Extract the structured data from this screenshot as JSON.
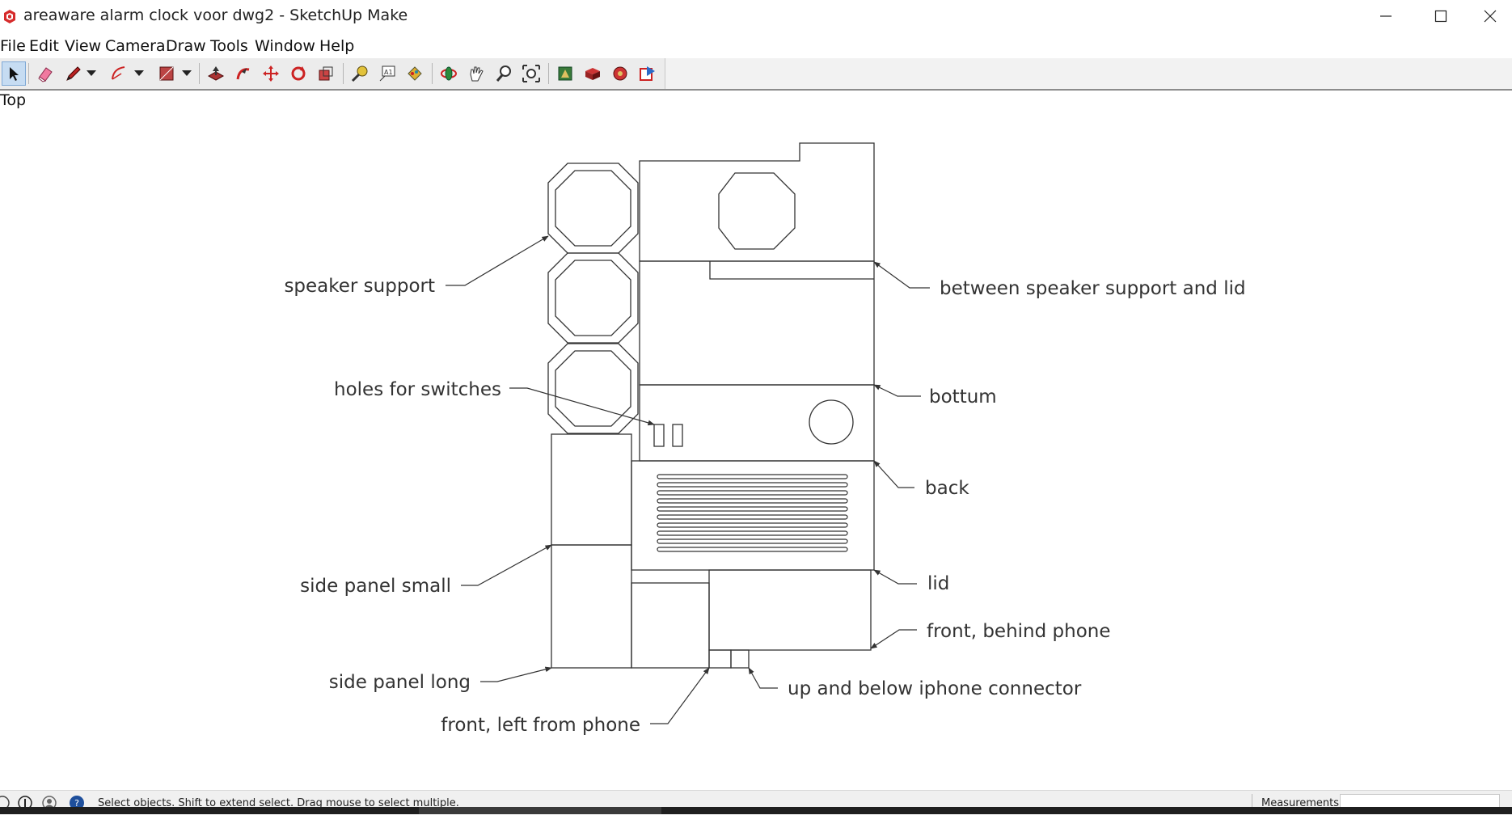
{
  "window": {
    "title": "areaware alarm clock voor dwg2 - SketchUp Make"
  },
  "menu": {
    "items": [
      "File",
      "Edit",
      "View",
      "Camera",
      "Draw",
      "Tools",
      "Window",
      "Help"
    ]
  },
  "toolbar": {
    "tools": [
      "select-icon",
      "eraser-icon",
      "pencil-icon",
      "arc-icon",
      "rectangle-icon",
      "push-pull-icon",
      "follow-me-icon",
      "move-icon",
      "rotate-icon",
      "scale-icon",
      "tape-measure-icon",
      "text-icon",
      "paint-bucket-icon",
      "orbit-icon",
      "pan-icon",
      "zoom-icon",
      "zoom-extents-icon",
      "warehouse-icon",
      "components-icon",
      "extension-warehouse-icon",
      "send-to-layout-icon"
    ]
  },
  "viewport": {
    "view_name": "Top",
    "labels": {
      "speaker_support": "speaker support",
      "between": "between speaker support and lid",
      "holes": "holes for switches",
      "bottum": "bottum",
      "back": "back",
      "side_small": "side panel small",
      "lid": "lid",
      "front_behind": "front, behind phone",
      "side_long": "side panel long",
      "connector": "up and below iphone connector",
      "front_left": "front, left from phone"
    }
  },
  "statusbar": {
    "hint": "Select objects. Shift to extend select. Drag mouse to select multiple.",
    "measurements_label": "Measurements",
    "measurements_value": ""
  },
  "colors": {
    "toolbar_bg": "#ececec",
    "active_tool": "#c6dcf2",
    "drawing_line": "#333333",
    "app_red": "#d62b2b"
  }
}
